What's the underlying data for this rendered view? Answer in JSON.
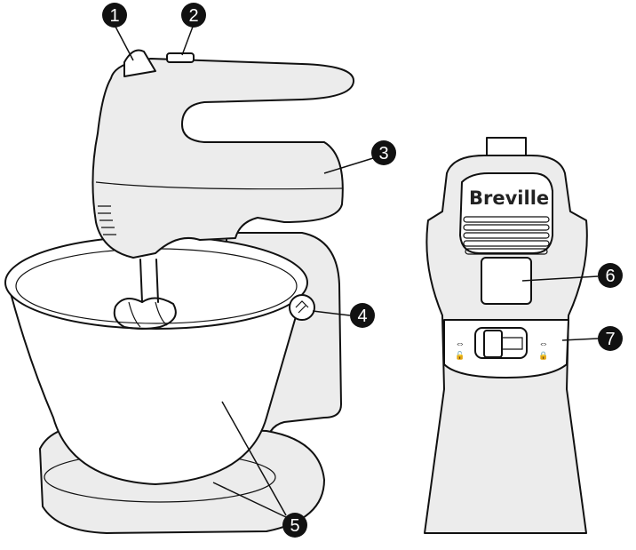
{
  "brand_logo": "Breville",
  "callouts": [
    {
      "number": "1"
    },
    {
      "number": "2"
    },
    {
      "number": "3"
    },
    {
      "number": "4"
    },
    {
      "number": "5"
    },
    {
      "number": "6"
    },
    {
      "number": "7"
    }
  ],
  "colors": {
    "callout": "#111111",
    "body": "#ececec",
    "line": "#111111"
  }
}
